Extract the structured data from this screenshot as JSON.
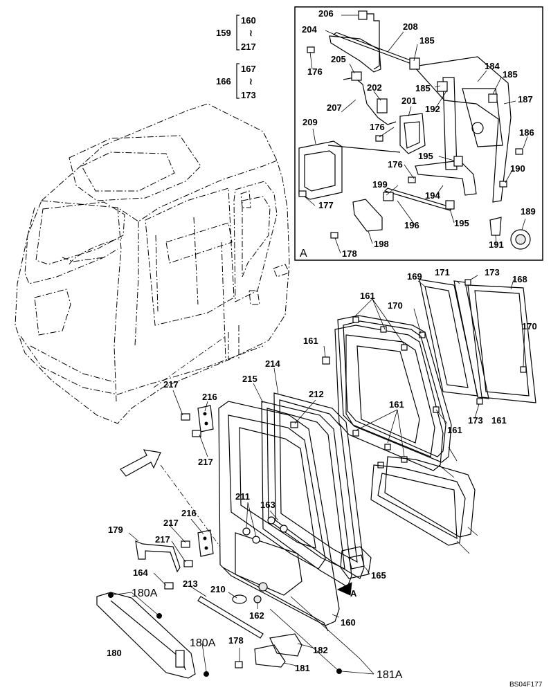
{
  "drawing_id": "BS04F177",
  "inset": {
    "view_letter": "A",
    "callouts": [
      "206",
      "208",
      "204",
      "185",
      "176",
      "205",
      "184",
      "185",
      "185",
      "207",
      "202",
      "201",
      "192",
      "187",
      "209",
      "176",
      "186",
      "195",
      "176",
      "190",
      "199",
      "194",
      "177",
      "195",
      "196",
      "189",
      "178",
      "198",
      "191"
    ]
  },
  "ranges": [
    {
      "parent": "159",
      "from": "160",
      "to": "217",
      "sep": "≀"
    },
    {
      "parent": "166",
      "from": "167",
      "to": "173",
      "sep": "≀"
    }
  ],
  "main_callouts": [
    "169",
    "171",
    "173",
    "168",
    "161",
    "170",
    "161",
    "170",
    "214",
    "215",
    "212",
    "161",
    "161",
    "161",
    "173",
    "217",
    "216",
    "217",
    "211",
    "163",
    "216",
    "217",
    "179",
    "217",
    "164",
    "180A",
    "213",
    "210",
    "162",
    "165",
    "160",
    "A",
    "180",
    "178",
    "180A",
    "182",
    "181",
    "181A"
  ]
}
